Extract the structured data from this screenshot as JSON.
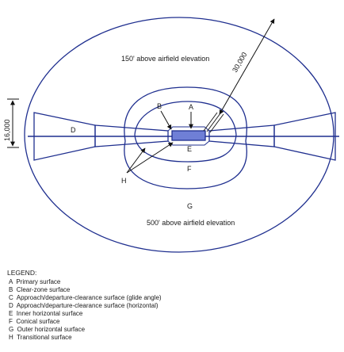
{
  "labels": {
    "a": "A",
    "b": "B",
    "d": "D",
    "e": "E",
    "f": "F",
    "g": "G",
    "h": "H"
  },
  "annotations": {
    "inner_elevation": "150' above airfield elevation",
    "outer_elevation": "500' above airfield elevation",
    "radius": "30,000",
    "width": "16,000"
  },
  "legend": {
    "title": "LEGEND:",
    "items": [
      "A  Primary surface",
      "B  Clear-zone surface",
      "C  Approach/departure-clearance surface (glide angle)",
      "D  Approach/departure-clearance surface (horizontal)",
      "E  Inner horizontal surface",
      "F  Conical surface",
      "G  Outer horizontal surface",
      "H  Transitional surface"
    ]
  },
  "colors": {
    "lines": "#1f2f8f",
    "runway_fill": "#6f7fd6",
    "text": "#1a1a1a"
  }
}
